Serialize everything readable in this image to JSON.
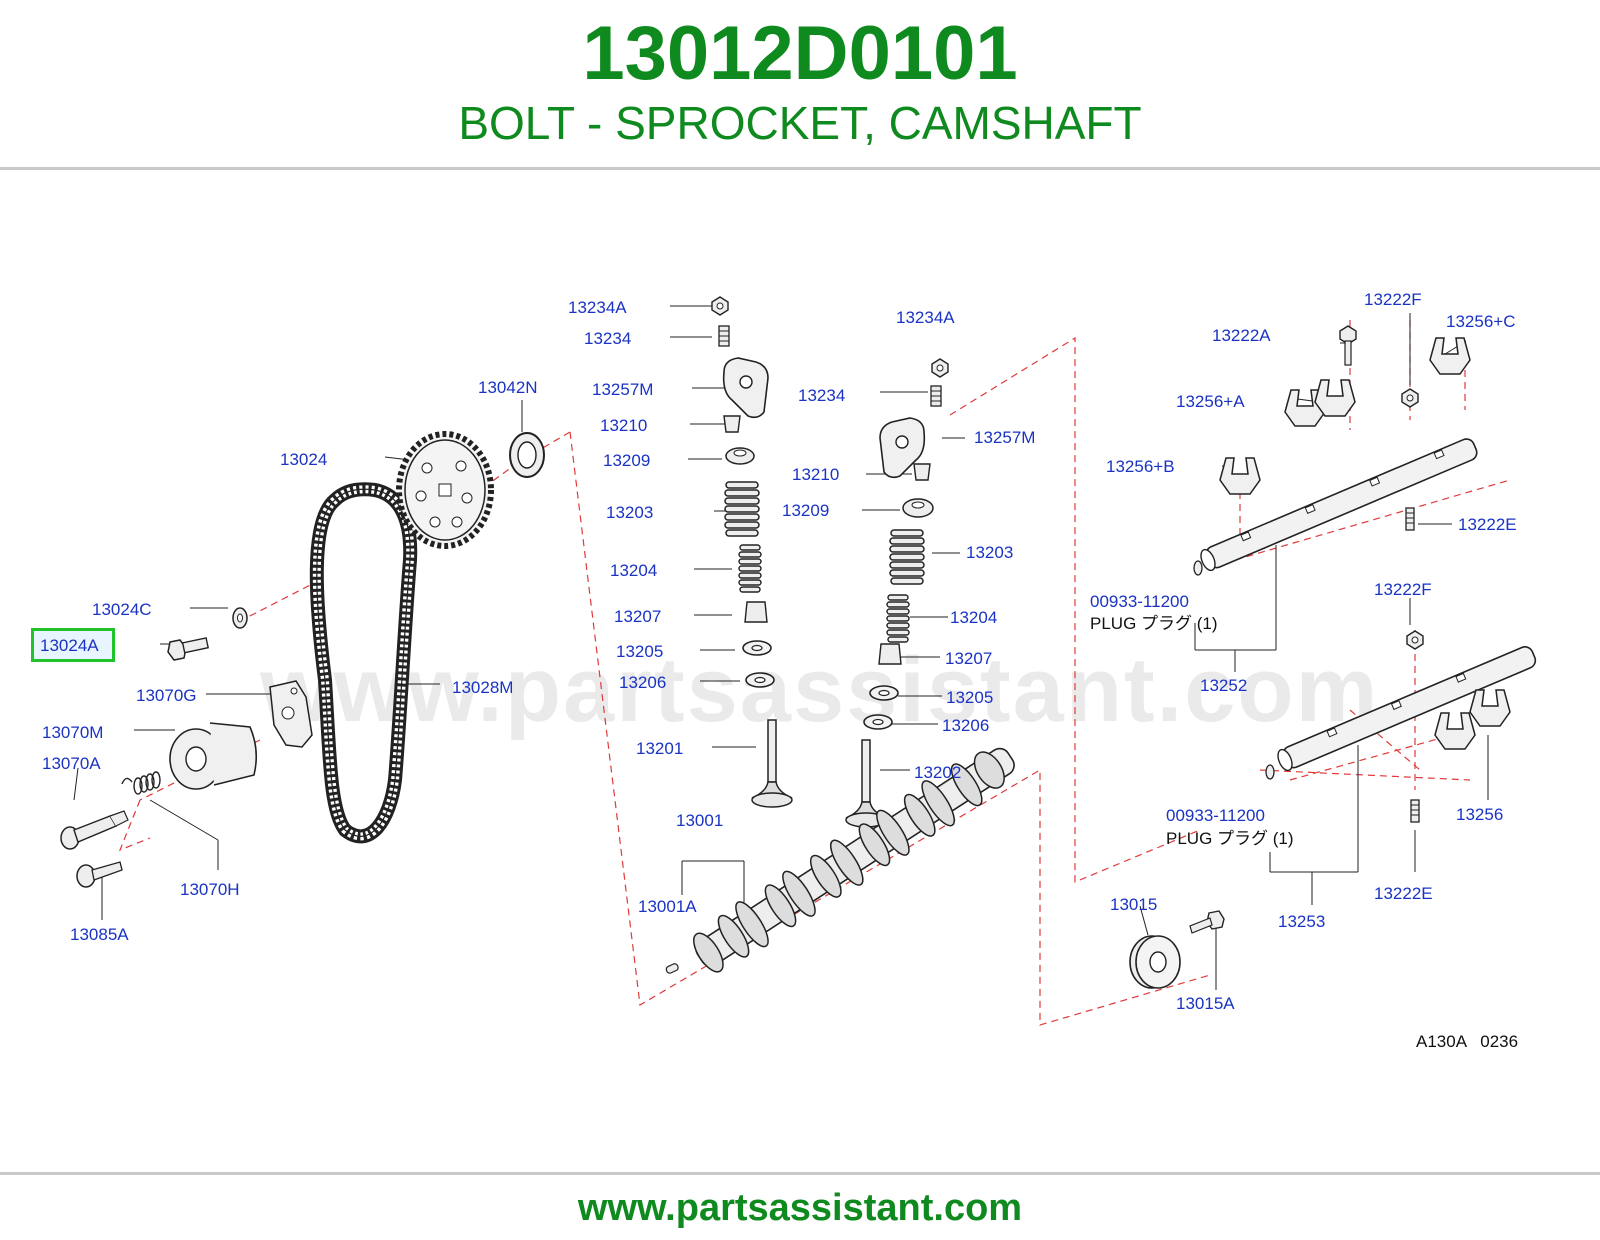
{
  "header": {
    "part_number": "13012D0101",
    "part_title": "BOLT - SPROCKET, CAMSHAFT"
  },
  "diagram": {
    "highlighted": "13024A",
    "watermark": "www.partsassistant.com",
    "ref_code": "A130A   0236",
    "labels": {
      "l13234A_a": "13234A",
      "l13234_a": "13234",
      "l13257M_a": "13257M",
      "l13210_a": "13210",
      "l13209_a": "13209",
      "l13203_a": "13203",
      "l13204_a": "13204",
      "l13207_a": "13207",
      "l13205_a": "13205",
      "l13206_a": "13206",
      "l13201": "13201",
      "l13001": "13001",
      "l13001A": "13001A",
      "l13234A_b": "13234A",
      "l13234_b": "13234",
      "l13257M_b": "13257M",
      "l13210_b": "13210",
      "l13209_b": "13209",
      "l13203_b": "13203",
      "l13204_b": "13204",
      "l13207_b": "13207",
      "l13205_b": "13205",
      "l13206_b": "13206",
      "l13202": "13202",
      "l13042N": "13042N",
      "l13024": "13024",
      "l13024C": "13024C",
      "l13024A": "13024A",
      "l13070G": "13070G",
      "l13028M": "13028M",
      "l13070M": "13070M",
      "l13070A": "13070A",
      "l13070H": "13070H",
      "l13085A": "13085A",
      "l13222F_a": "13222F",
      "l13222A": "13222A",
      "l13256C": "13256+C",
      "l13256A": "13256+A",
      "l13256B": "13256+B",
      "l13222E_a": "13222E",
      "l00933_a": "00933-11200",
      "lplug_a": "PLUG      プラグ  (1)",
      "l13252": "13252",
      "l13222F_b": "13222F",
      "l00933_b": "00933-11200",
      "lplug_b": "PLUG      プラグ  (1)",
      "l13256": "13256",
      "l13253": "13253",
      "l13222E_b": "13222E",
      "l13015": "13015",
      "l13015A": "13015A"
    }
  },
  "footer": {
    "url": "www.partsassistant.com"
  }
}
